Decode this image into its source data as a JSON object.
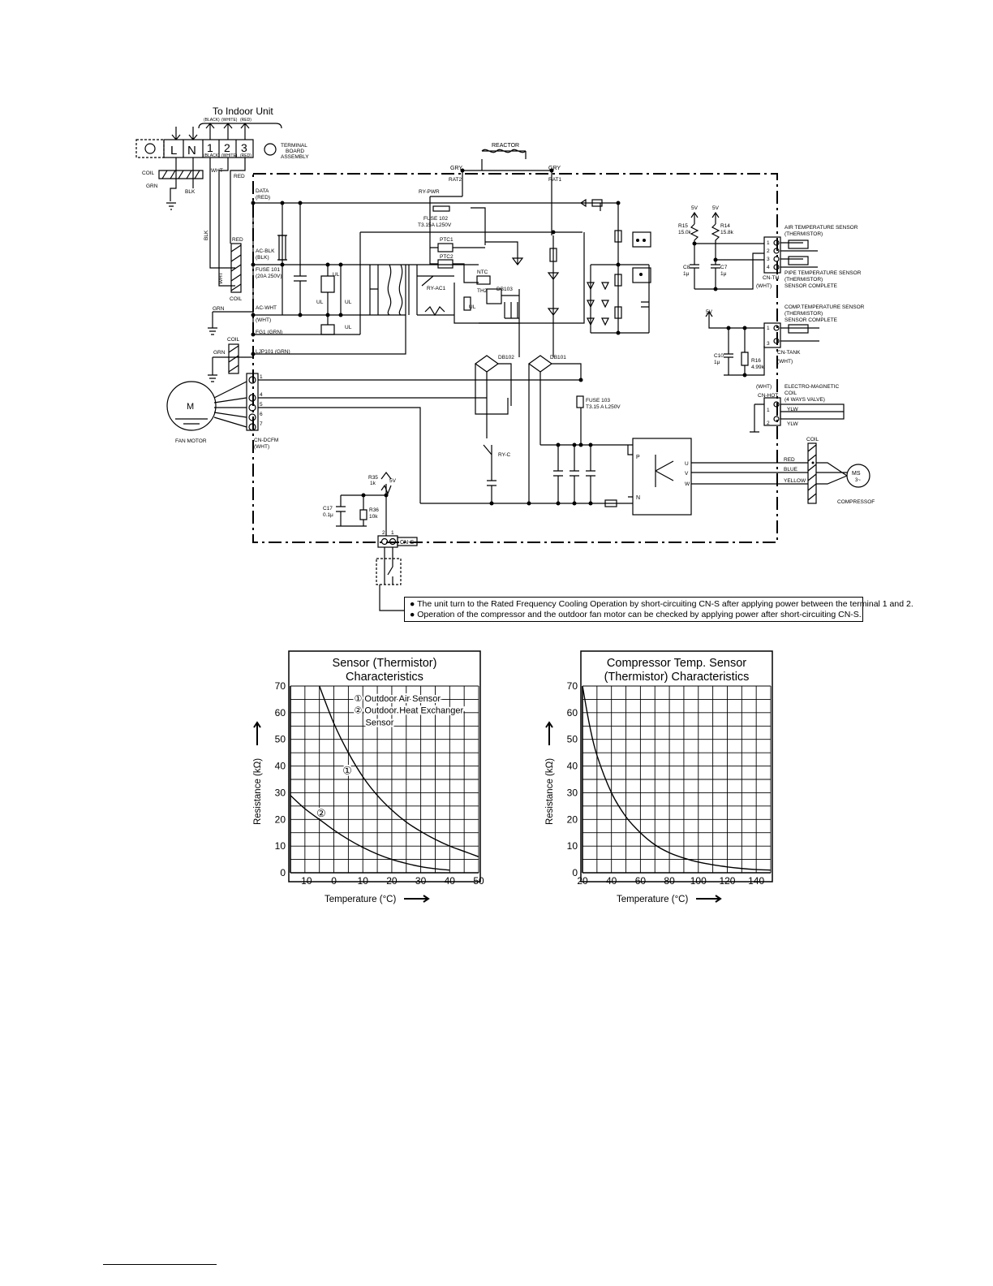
{
  "schematic": {
    "to_indoor_unit": "To Indoor Unit",
    "wire_colors_top": [
      "(BLACK)",
      "(WHITE)",
      "(RED)"
    ],
    "terminals": [
      "L",
      "N",
      "1",
      "2",
      "3"
    ],
    "wire_colors_bottom": [
      "(BLACK)",
      "(WHITE)",
      "(RED)"
    ],
    "terminal_board": [
      "TERMINAL",
      "BOARD",
      "ASSEMBLY"
    ],
    "reactor": "REACTOR",
    "gry_left": "GRY",
    "rat2": "RAT2",
    "gry_right": "GRY",
    "rat1": "RAT1",
    "coil": "COIL",
    "grn": "GRN",
    "blk": "BLK",
    "wht": "WHT",
    "red": "RED",
    "data": "DATA",
    "data_red": "(RED)",
    "ry_pwr": "RY-PWR",
    "fuse102": "FUSE 102",
    "fuse102_rating": "T3.15A L250V",
    "ac_blk": "AC-BLK",
    "ac_blk_color": "(BLK)",
    "fuse101": "FUSE 101",
    "fuse101_rating": "(20A 250V)",
    "ptc1": "PTC1",
    "ptc2": "PTC2",
    "ry_ac1": "RY-AC1",
    "ntc": "NTC",
    "th2": "TH2",
    "db103": "DB103",
    "ul": "UL",
    "ac_wht": "AC-WHT",
    "ac_wht_color": "(WHT)",
    "fg1": "FG1 (GRN)",
    "ljp101": "LJP101 (GRN)",
    "db102": "DB102",
    "db101": "DB101",
    "fuse103": "FUSE 103",
    "fuse103_rating": "T3.15 A  L250V",
    "fan_motor": "FAN MOTOR",
    "motor_m": "M",
    "fan_pins": [
      "1",
      "4",
      "5",
      "6",
      "7"
    ],
    "cn_dcfm": "CN-DCFM",
    "cn_dcfm_color": "(WHT)",
    "ry_c": "RY-C",
    "r35": "R35",
    "r35_val": "1k",
    "five_v": "5V",
    "c17": "C17",
    "c17_val": "0.1μ",
    "r36": "R36",
    "r36_val": "10k",
    "cn_s_pins": [
      "2",
      "1"
    ],
    "cn_s": "CN-S",
    "r15": "R15",
    "r15_val": "15.0k",
    "r14": "R14",
    "r14_val": "15.8k",
    "c8": "C8",
    "c8_val": "1μ",
    "c7": "C7",
    "c7_val": "1μ",
    "cn_th_pins": [
      "1",
      "2",
      "3",
      "4"
    ],
    "cn_th": "CN-TH",
    "cn_th_color": "(WHT)",
    "air_sensor": [
      "AIR TEMPERATURE SENSOR",
      "(THERMISTOR)"
    ],
    "pipe_sensor": [
      "PIPE TEMPERATURE SENSOR",
      "(THERMISTOR)",
      "SENSOR COMPLETE"
    ],
    "comp_sensor": [
      "COMP.TEMPERATURE SENSOR",
      "(THERMISTOR)",
      "SENSOR COMPLETE"
    ],
    "c10": "C10",
    "c10_val": "1μ",
    "r16": "R16",
    "r16_val": "4.99k",
    "cn_tank_pins": [
      "1",
      "3"
    ],
    "cn_tank": "CN-TANK",
    "cn_tank_color": "(WHT)",
    "cn_hot": "CN-HOT",
    "cn_hot_color": "(WHT)",
    "cn_hot_pins": [
      "1",
      "2"
    ],
    "em_coil": [
      "ELECTRO-MAGNETIC",
      "COIL",
      "(4 WAYS VALVE)"
    ],
    "ylw": "YLW",
    "ipm_p": "P",
    "ipm_n": "N",
    "ipm_uvw": [
      "U",
      "V",
      "W"
    ],
    "phase_colors": [
      "RED",
      "BLUE",
      "YELLOW"
    ],
    "compressor_coil": "COIL",
    "compressor_ms": "MS",
    "compressor_3": "3~",
    "compressor": "COMPRESSOF",
    "notes": [
      "The unit turn to the Rated Frequency Cooling Operation by short-circuiting CN-S after applying power between the terminal 1 and 2.",
      "Operation of the compressor and the outdoor fan motor can be checked by applying power after short-circuiting CN-S."
    ]
  },
  "chart_data": [
    {
      "type": "line",
      "title": "Sensor (Thermistor) Characteristics",
      "title_lines": [
        "Sensor (Thermistor)",
        "Characteristics"
      ],
      "xlabel": "Temperature (°C)",
      "ylabel": "Resistance (kΩ)",
      "xlim": [
        -15,
        50
      ],
      "ylim": [
        0,
        70
      ],
      "xticks": [
        -10,
        0,
        10,
        20,
        30,
        40,
        50
      ],
      "yticks": [
        0,
        10,
        20,
        30,
        40,
        50,
        60,
        70
      ],
      "grid": true,
      "legend": [
        "① Outdoor Air Sensor",
        "② Outdoor Heat Exchanger",
        "Sensor"
      ],
      "series": [
        {
          "name": "①",
          "x": [
            -5,
            0,
            5,
            10,
            15,
            20,
            25,
            30,
            35,
            40,
            45,
            50
          ],
          "y": [
            70,
            56,
            45,
            36,
            29,
            23.5,
            19,
            15.5,
            12.5,
            10,
            8,
            6
          ]
        },
        {
          "name": "②",
          "x": [
            -15,
            -10,
            -5,
            0,
            5,
            10,
            15,
            20,
            25,
            30,
            35,
            40
          ],
          "y": [
            29,
            24,
            20,
            16,
            12.5,
            9.5,
            7,
            5,
            3.5,
            2.3,
            1.5,
            1
          ]
        }
      ]
    },
    {
      "type": "line",
      "title": "Compressor Temp. Sensor (Thermistor) Characteristics",
      "title_lines": [
        "Compressor Temp. Sensor",
        "(Thermistor) Characteristics"
      ],
      "xlabel": "Temperature (°C)",
      "ylabel": "Resistance (kΩ)",
      "xlim": [
        20,
        150
      ],
      "ylim": [
        0,
        70
      ],
      "xticks": [
        20,
        40,
        60,
        80,
        100,
        120,
        140
      ],
      "yticks": [
        0,
        10,
        20,
        30,
        40,
        50,
        60,
        70
      ],
      "grid": true,
      "series": [
        {
          "name": "",
          "x": [
            20,
            25,
            30,
            40,
            50,
            60,
            70,
            80,
            90,
            100,
            110,
            120,
            130,
            140,
            150
          ],
          "y": [
            70,
            55,
            44,
            30,
            21,
            15,
            10.5,
            7.5,
            5.5,
            4,
            3,
            2.2,
            1.6,
            1.2,
            1
          ]
        }
      ]
    }
  ]
}
